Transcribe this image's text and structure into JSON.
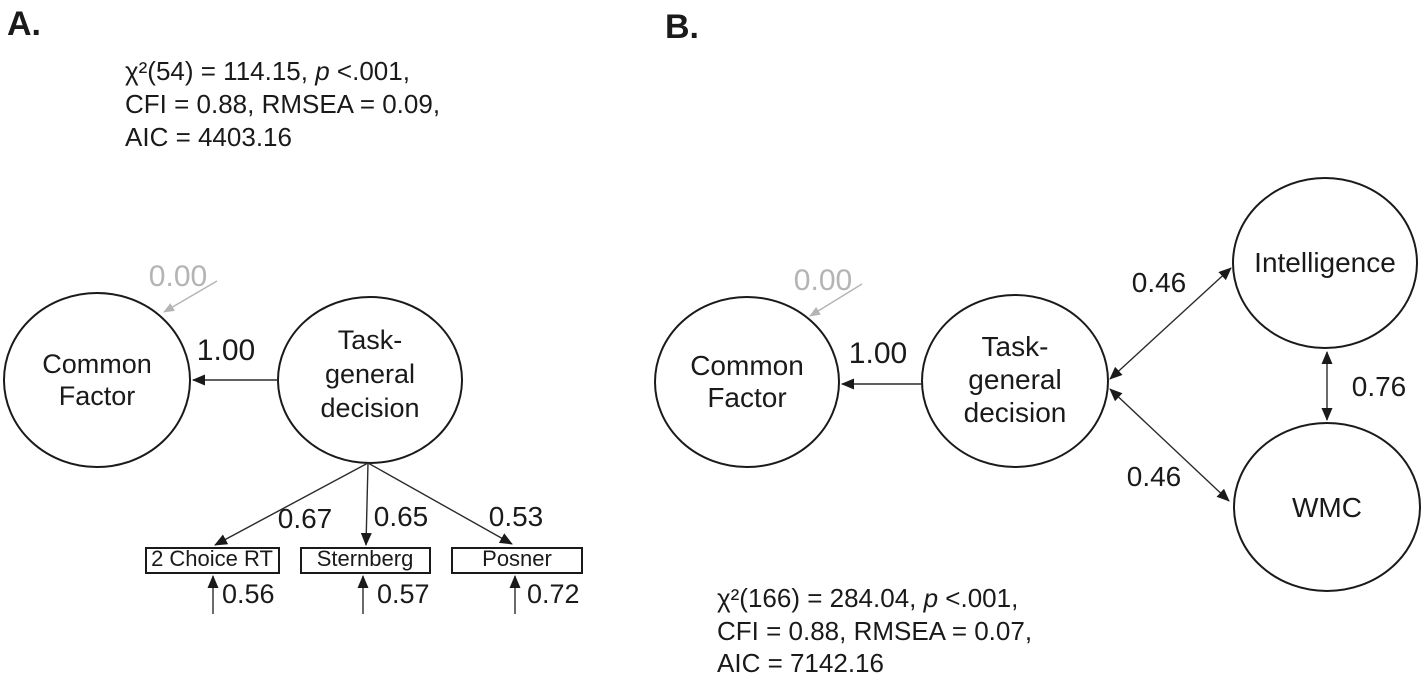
{
  "colors": {
    "ink": "#1a1a1a",
    "muted_gray": "#b4b4b4",
    "background": "#ffffff"
  },
  "panelA": {
    "label": "A.",
    "fit": {
      "line1_pre": "χ²(54) = 114.15, ",
      "line1_p": "p",
      "line1_post": " <.001,",
      "line2": "CFI = 0.88, RMSEA = 0.09,",
      "line3": "AIC = 4403.16"
    },
    "nodes": {
      "common_factor": {
        "line1": "Common",
        "line2": "Factor"
      },
      "task_general": {
        "line1": "Task-",
        "line2": "general",
        "line3": "decision"
      }
    },
    "edges": {
      "residual": "0.00",
      "loading": "1.00",
      "ind1_loading": "0.67",
      "ind2_loading": "0.65",
      "ind3_loading": "0.53"
    },
    "indicators": {
      "ind1": {
        "label": "2 Choice RT",
        "error": "0.56"
      },
      "ind2": {
        "label": "Sternberg",
        "error": "0.57"
      },
      "ind3": {
        "label": "Posner",
        "error": "0.72"
      }
    }
  },
  "panelB": {
    "label": "B.",
    "fit": {
      "line1_pre": "χ²(166) = 284.04, ",
      "line1_p": "p",
      "line1_post": " <.001,",
      "line2": "CFI = 0.88, RMSEA = 0.07,",
      "line3": "AIC = 7142.16"
    },
    "nodes": {
      "common_factor": {
        "line1": "Common",
        "line2": "Factor"
      },
      "task_general": {
        "line1": "Task-",
        "line2": "general",
        "line3": "decision"
      },
      "intelligence": "Intelligence",
      "wmc": "WMC"
    },
    "edges": {
      "residual": "0.00",
      "loading": "1.00",
      "cor_tgd_intelligence": "0.46",
      "cor_tgd_wmc": "0.46",
      "cor_intelligence_wmc": "0.76"
    }
  }
}
